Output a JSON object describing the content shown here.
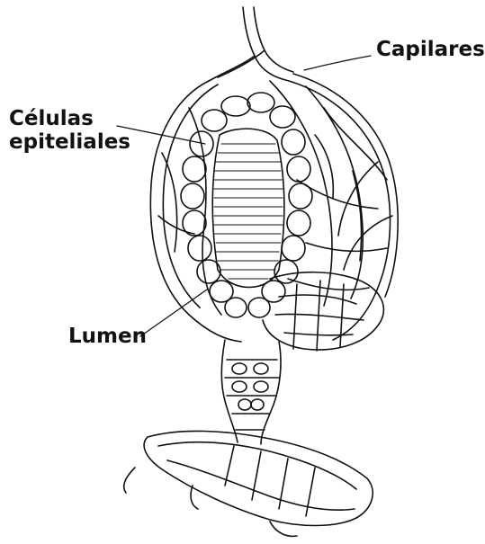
{
  "labels": {
    "capilares": "Capilares",
    "celulas_line1": "Células",
    "celulas_line2": "epiteliales",
    "lumen": "Lumen"
  },
  "colors": {
    "ink": "#111111",
    "background": "#ffffff"
  }
}
